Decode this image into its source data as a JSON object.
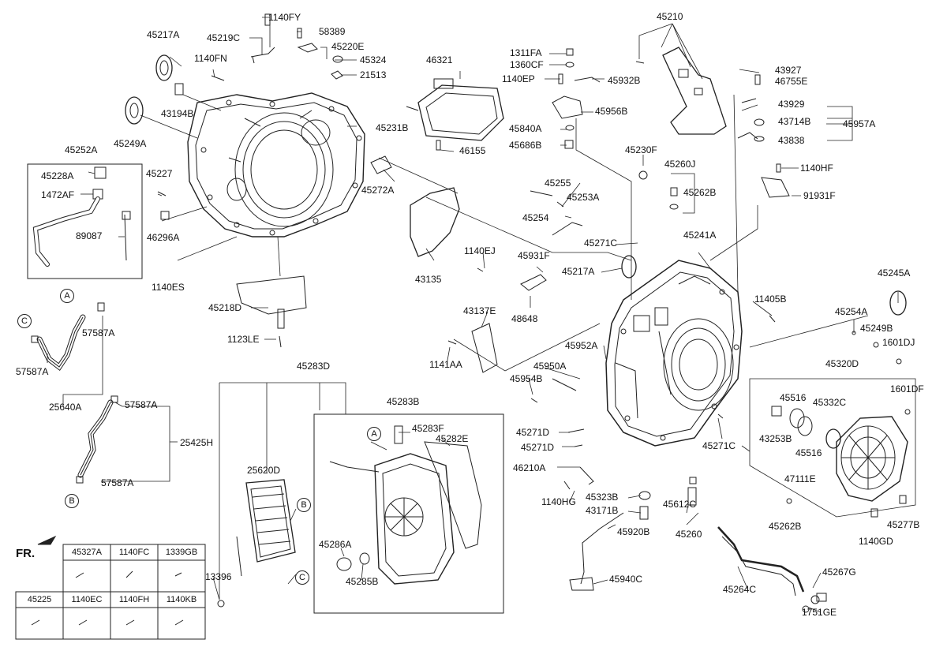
{
  "diagram": {
    "part_labels": [
      "1140FY",
      "45219C",
      "58389",
      "45220E",
      "45324",
      "21513",
      "45217A",
      "1140FN",
      "43194B",
      "45249A",
      "45231B",
      "45252A",
      "45228A",
      "1472AF",
      "89087",
      "45227",
      "46296A",
      "45272A",
      "1140ES",
      "45218D",
      "1123LE",
      "43135",
      "46321",
      "46155",
      "1311FA",
      "1360CF",
      "1140EP",
      "45932B",
      "45956B",
      "45840A",
      "45686B",
      "45210",
      "43927",
      "46755E",
      "43929",
      "43714B",
      "45957A",
      "43838",
      "1140HF",
      "91931F",
      "45230F",
      "45260J",
      "45262B",
      "45255",
      "45253A",
      "45254",
      "45271C",
      "45241A",
      "1140EJ",
      "45931F",
      "45217A",
      "48648",
      "43137E",
      "1141AA",
      "11405B",
      "45245A",
      "45254A",
      "45249B",
      "1601DJ",
      "45952A",
      "45950A",
      "45954B",
      "45320D",
      "1601DF",
      "45516",
      "45332C",
      "43253B",
      "45516",
      "47111E",
      "45262B",
      "45277B",
      "1140GD",
      "45271D",
      "45271D",
      "46210A",
      "45271C",
      "45612C",
      "45323B",
      "43171B",
      "1140HG",
      "45260",
      "45920B",
      "45940C",
      "45264C",
      "45267G",
      "1751GE",
      "57587A",
      "57587A",
      "25640A",
      "57587A",
      "25425H",
      "57587A",
      "45283D",
      "45283B",
      "45283F",
      "45282E",
      "25620D",
      "45286A",
      "45285B",
      "13396"
    ],
    "circle_refs": [
      "A",
      "A",
      "B",
      "B",
      "C",
      "C"
    ],
    "front_indicator": "FR.",
    "fastener_table": {
      "row1": [
        "45327A",
        "1140FC",
        "1339GB"
      ],
      "row2": [
        "45225",
        "1140EC",
        "1140FH",
        "1140KB"
      ]
    }
  }
}
